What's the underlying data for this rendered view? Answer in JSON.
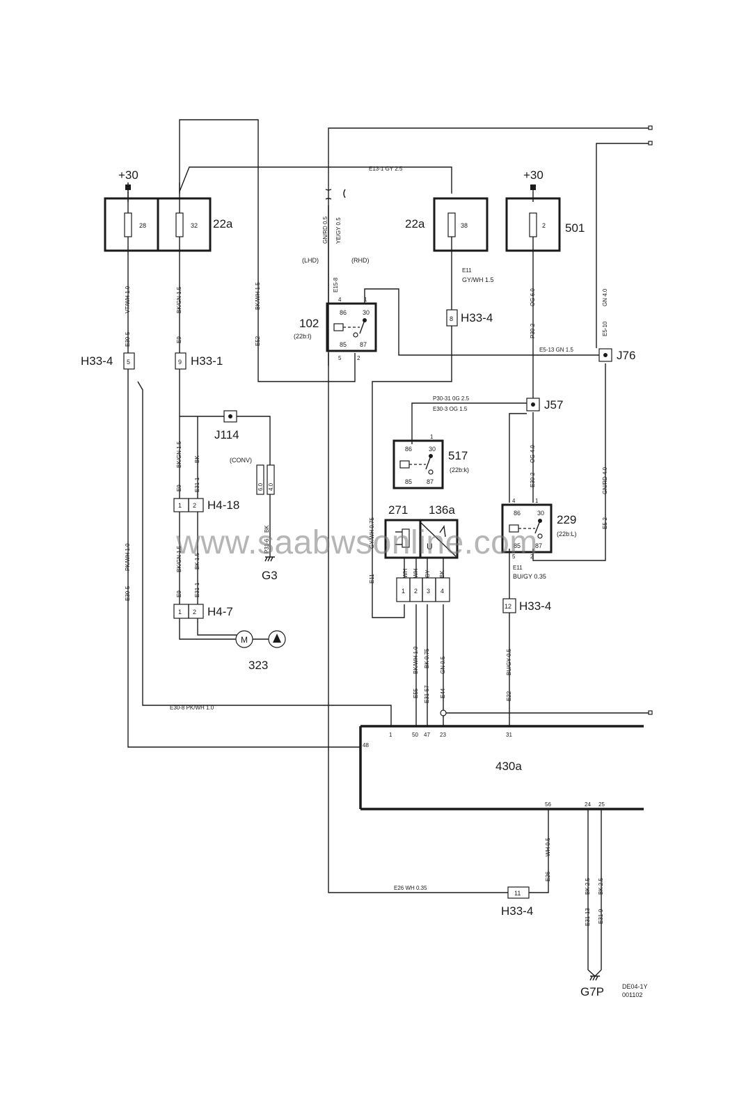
{
  "watermark": "www.saabwsonline.com",
  "drawing_code": "DE04-1Y",
  "drawing_date": "001102",
  "supply": {
    "left": "+30",
    "right": "+30"
  },
  "fuse_boxes": {
    "left_label": "22a",
    "mid_label": "22a",
    "right_label": "501",
    "fuse_28": "28",
    "fuse_32": "32",
    "fuse_38": "38",
    "fuse_2": "2"
  },
  "relays": {
    "r102": {
      "name": "102",
      "ref": "(22b:l)",
      "p86": "86",
      "p30": "30",
      "p85": "85",
      "p87": "87",
      "t4": "4",
      "t1": "1",
      "t5": "5",
      "t2": "2"
    },
    "r517": {
      "name": "517",
      "ref": "(22b:k)",
      "p86": "86",
      "p30": "30",
      "p85": "85",
      "p87": "87",
      "t1": "1"
    },
    "r229": {
      "name": "229",
      "ref": "(22b:L)",
      "p86": "86",
      "p30": "30",
      "p85": "85",
      "p87": "87",
      "t4": "4",
      "t1": "1",
      "t5": "5",
      "t2": "2"
    }
  },
  "sensor": {
    "a": "271",
    "b": "136a",
    "u": "U",
    "pins": [
      "1",
      "2",
      "3",
      "4"
    ],
    "colors": [
      "WH",
      "WH",
      "GY",
      "BK"
    ]
  },
  "connectors": {
    "h33_4_a": {
      "name": "H33-4",
      "pin": "5"
    },
    "h33_1": {
      "name": "H33-1",
      "pin": "9"
    },
    "h33_4_b": {
      "name": "H33-4",
      "pin": "8"
    },
    "h33_4_c": {
      "name": "H33-4",
      "pin": "12"
    },
    "h33_4_d": {
      "name": "H33-4",
      "pin": "11"
    },
    "h4_18": {
      "name": "H4-18",
      "p1": "1",
      "p2": "2"
    },
    "h4_7": {
      "name": "H4-7",
      "p1": "1",
      "p2": "2"
    }
  },
  "junctions": {
    "j114": "J114",
    "j76": "J76",
    "j57": "J57"
  },
  "grounds": {
    "g3": "G3",
    "g7p": "G7P"
  },
  "motor": {
    "name": "323",
    "symbol": "M"
  },
  "ecu": {
    "name": "430a",
    "pins_top": [
      "1",
      "50",
      "47",
      "23",
      "31"
    ],
    "pin_left": "48",
    "pins_bottom": [
      "56",
      "24",
      "25"
    ]
  },
  "wire_labels": {
    "e13_1": "E13-1   GY   2.5",
    "gnrd": "GN/RD   0.5",
    "yegy": "YE/GY   0.5",
    "lhd": "(LHD)",
    "rhd": "(RHD)",
    "e15_8": "E15-8",
    "e11_a": "E11",
    "gywh": "GY/WH  1.5",
    "vtwh": "VT/WH   1.0",
    "e30_5a": "E30-5",
    "bkgn_a": "BK/GN   1.5",
    "e9_a": "E9",
    "bkwh": "BK/WH   1.5",
    "e52": "E52",
    "og6": "OG   6.0",
    "p30_2": "P30-2",
    "gn4": "GN   4.0",
    "e5_10": "E5-10",
    "e5_13": "E5-13    GN    1.5",
    "p30_31": "P30-31    0G   2.5",
    "e30_3": "E30-3    OG   1.5",
    "og4": "OG   4.0",
    "e30_2": "E30-2",
    "gnrd4": "GN/RD   4.0",
    "e5_2": "E5-2",
    "conv": "(CONV)",
    "c60": "6.0",
    "c40": "4.0",
    "p31_6": "P31-6",
    "bk": "BK",
    "bkgn_b": "BK/GN  1.5",
    "bk_b": "BK",
    "e9_b": "E9",
    "e31_1a": "E31-1",
    "bkgn_c": "BK/GN   1.5",
    "bk_c": "BK   1.5",
    "e9_c": "E9",
    "e31_1b": "E31-1",
    "gywh075": "GY/WH   0.75",
    "e11_b": "E11",
    "e11_c": "E11",
    "bugy035": "BU/GY  0.35",
    "pkwh": "PK/WH   1.0",
    "e30_5b": "E30-5",
    "bkwh1": "BK/WH  1.0",
    "e55": "E55",
    "bk075": "BK   0.75",
    "e31_57": "E31-57",
    "gn05": "GN   0.5",
    "e44": "E44",
    "bugy05": "BU/GY   0.5",
    "e22": "E22",
    "e30_8": "E30-8    PK/WH        1.0",
    "wh05": "WH   0.5",
    "e26a": "E26",
    "e26b": "E26    WH   0.35",
    "bk25a": "BK   2.5",
    "e31_13": "E31-13",
    "bk25b": "BK   2.5",
    "e31_9": "E31-9"
  }
}
